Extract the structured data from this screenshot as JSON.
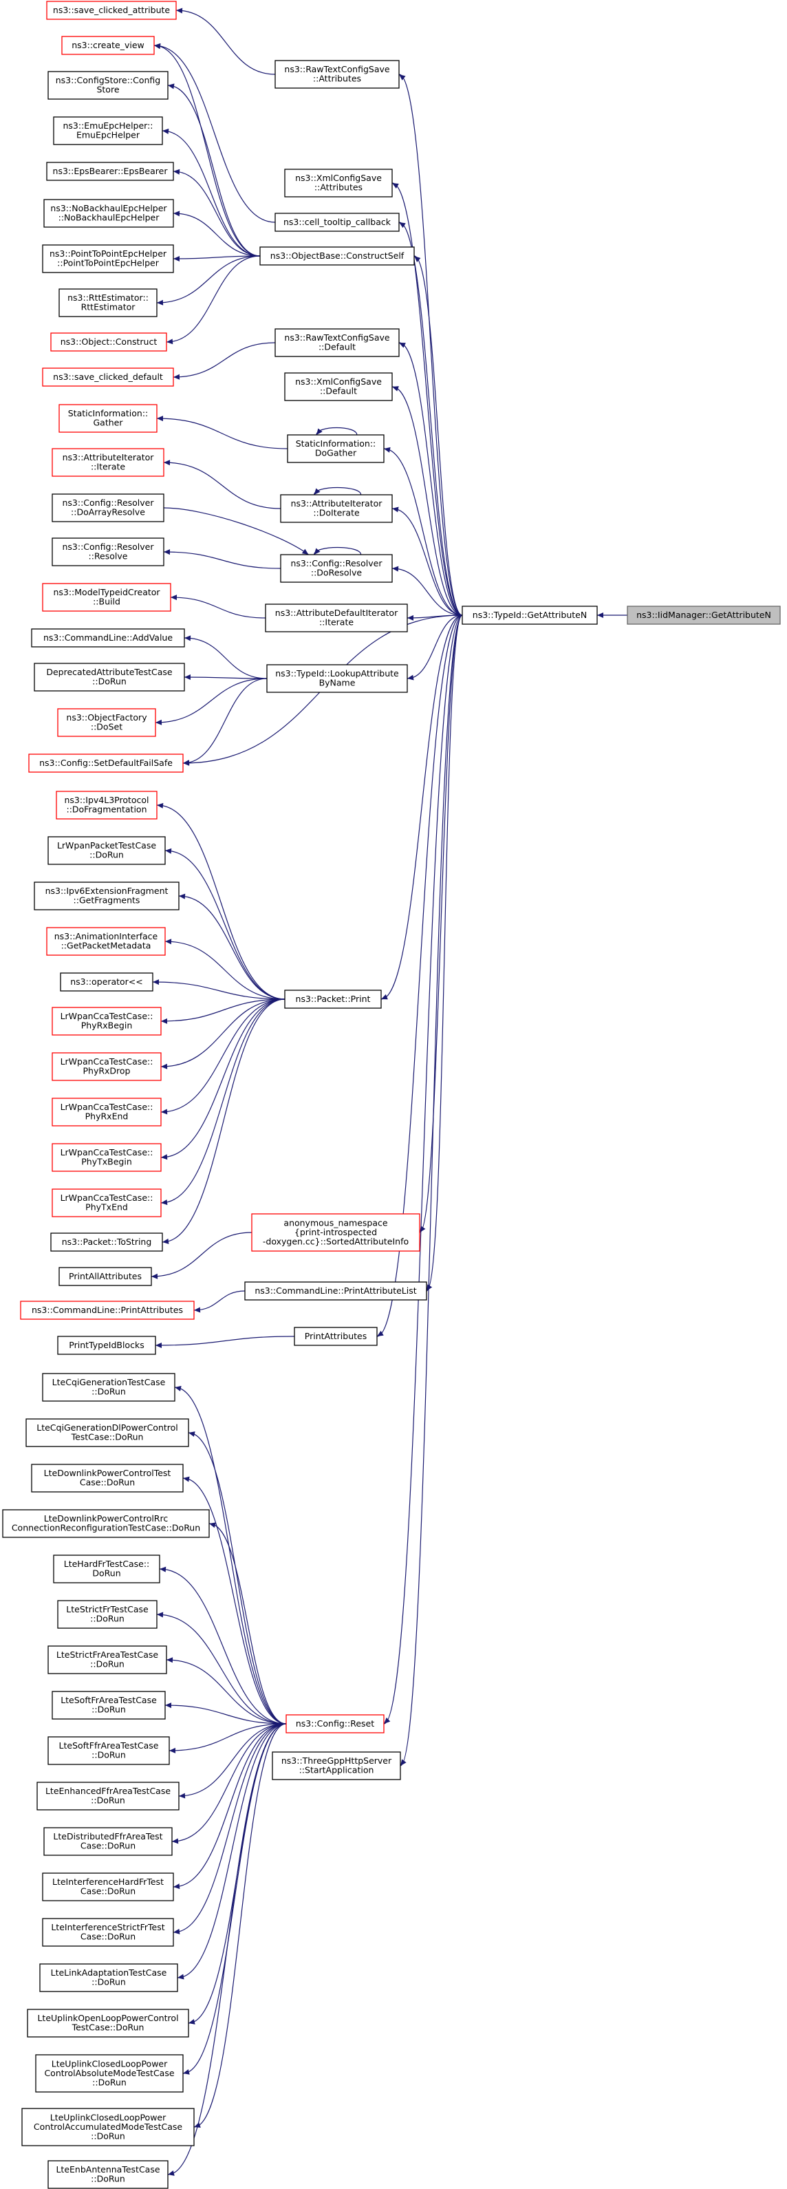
{
  "graph": {
    "nodes": [
      {
        "id": "gmgr",
        "lines": [
          "ns3::IidManager::GetAttributeN"
        ],
        "style": "selected"
      },
      {
        "id": "gattr",
        "lines": [
          "ns3::TypeId::GetAttributeN"
        ],
        "style": "normal"
      },
      {
        "id": "rtcs",
        "lines": [
          "ns3::RawTextConfigSave",
          "::Attributes"
        ],
        "style": "normal"
      },
      {
        "id": "xcs",
        "lines": [
          "ns3::XmlConfigSave",
          "::Attributes"
        ],
        "style": "normal"
      },
      {
        "id": "ctc",
        "lines": [
          "ns3::cell_tooltip_callback"
        ],
        "style": "normal"
      },
      {
        "id": "obc",
        "lines": [
          "ns3::ObjectBase::ConstructSelf"
        ],
        "style": "normal"
      },
      {
        "id": "rtcd",
        "lines": [
          "ns3::RawTextConfigSave",
          "::Default"
        ],
        "style": "normal"
      },
      {
        "id": "xcd",
        "lines": [
          "ns3::XmlConfigSave",
          "::Default"
        ],
        "style": "normal"
      },
      {
        "id": "sidg",
        "lines": [
          "StaticInformation::",
          "DoGather"
        ],
        "style": "normal"
      },
      {
        "id": "aidi",
        "lines": [
          "ns3::AttributeIterator",
          "::DoIterate"
        ],
        "style": "normal"
      },
      {
        "id": "crdr",
        "lines": [
          "ns3::Config::Resolver",
          "::DoResolve"
        ],
        "style": "normal"
      },
      {
        "id": "adi",
        "lines": [
          "ns3::AttributeDefaultIterator",
          "::Iterate"
        ],
        "style": "normal"
      },
      {
        "id": "tlab",
        "lines": [
          "ns3::TypeId::LookupAttribute",
          "ByName"
        ],
        "style": "normal"
      },
      {
        "id": "pprint",
        "lines": [
          "ns3::Packet::Print"
        ],
        "style": "normal"
      },
      {
        "id": "anon",
        "lines": [
          "anonymous_namespace",
          "{print-introspected",
          "-doxygen.cc}::SortedAttributeInfo"
        ],
        "style": "red"
      },
      {
        "id": "clpal",
        "lines": [
          "ns3::CommandLine::PrintAttributeList"
        ],
        "style": "normal"
      },
      {
        "id": "pattrs",
        "lines": [
          "PrintAttributes"
        ],
        "style": "normal"
      },
      {
        "id": "creset",
        "lines": [
          "ns3::Config::Reset"
        ],
        "style": "red"
      },
      {
        "id": "tghs",
        "lines": [
          "ns3::ThreeGppHttpServer",
          "::StartApplication"
        ],
        "style": "normal"
      },
      {
        "id": "sca",
        "lines": [
          "ns3::save_clicked_attribute"
        ],
        "style": "red"
      },
      {
        "id": "cv",
        "lines": [
          "ns3::create_view"
        ],
        "style": "red"
      },
      {
        "id": "csc",
        "lines": [
          "ns3::ConfigStore::Config",
          "Store"
        ],
        "style": "normal"
      },
      {
        "id": "eeh",
        "lines": [
          "ns3::EmuEpcHelper::",
          "EmuEpcHelper"
        ],
        "style": "normal"
      },
      {
        "id": "ebb",
        "lines": [
          "ns3::EpsBearer::EpsBearer"
        ],
        "style": "normal"
      },
      {
        "id": "nbh",
        "lines": [
          "ns3::NoBackhaulEpcHelper",
          "::NoBackhaulEpcHelper"
        ],
        "style": "normal"
      },
      {
        "id": "ptp",
        "lines": [
          "ns3::PointToPointEpcHelper",
          "::PointToPointEpcHelper"
        ],
        "style": "normal"
      },
      {
        "id": "rtt",
        "lines": [
          "ns3::RttEstimator::",
          "RttEstimator"
        ],
        "style": "normal"
      },
      {
        "id": "oc",
        "lines": [
          "ns3::Object::Construct"
        ],
        "style": "red"
      },
      {
        "id": "scd",
        "lines": [
          "ns3::save_clicked_default"
        ],
        "style": "red"
      },
      {
        "id": "sig",
        "lines": [
          "StaticInformation::",
          "Gather"
        ],
        "style": "red"
      },
      {
        "id": "ait",
        "lines": [
          "ns3::AttributeIterator",
          "::Iterate"
        ],
        "style": "red"
      },
      {
        "id": "crdar",
        "lines": [
          "ns3::Config::Resolver",
          "::DoArrayResolve"
        ],
        "style": "normal"
      },
      {
        "id": "crr",
        "lines": [
          "ns3::Config::Resolver",
          "::Resolve"
        ],
        "style": "normal"
      },
      {
        "id": "mtcb",
        "lines": [
          "ns3::ModelTypeidCreator",
          "::Build"
        ],
        "style": "red"
      },
      {
        "id": "clav",
        "lines": [
          "ns3::CommandLine::AddValue"
        ],
        "style": "normal"
      },
      {
        "id": "datc",
        "lines": [
          "DeprecatedAttributeTestCase",
          "::DoRun"
        ],
        "style": "normal"
      },
      {
        "id": "ofds",
        "lines": [
          "ns3::ObjectFactory",
          "::DoSet"
        ],
        "style": "red"
      },
      {
        "id": "csdf",
        "lines": [
          "ns3::Config::SetDefaultFailSafe"
        ],
        "style": "red"
      },
      {
        "id": "ipv4",
        "lines": [
          "ns3::Ipv4L3Protocol",
          "::DoFragmentation"
        ],
        "style": "red"
      },
      {
        "id": "lwpt",
        "lines": [
          "LrWpanPacketTestCase",
          "::DoRun"
        ],
        "style": "normal"
      },
      {
        "id": "ipv6",
        "lines": [
          "ns3::Ipv6ExtensionFragment",
          "::GetFragments"
        ],
        "style": "normal"
      },
      {
        "id": "aigpm",
        "lines": [
          "ns3::AnimationInterface",
          "::GetPacketMetadata"
        ],
        "style": "red"
      },
      {
        "id": "op",
        "lines": [
          "ns3::operator<<"
        ],
        "style": "normal"
      },
      {
        "id": "rxb",
        "lines": [
          "LrWpanCcaTestCase::",
          "PhyRxBegin"
        ],
        "style": "red"
      },
      {
        "id": "rxd",
        "lines": [
          "LrWpanCcaTestCase::",
          "PhyRxDrop"
        ],
        "style": "red"
      },
      {
        "id": "rxe",
        "lines": [
          "LrWpanCcaTestCase::",
          "PhyRxEnd"
        ],
        "style": "red"
      },
      {
        "id": "txb",
        "lines": [
          "LrWpanCcaTestCase::",
          "PhyTxBegin"
        ],
        "style": "red"
      },
      {
        "id": "txe",
        "lines": [
          "LrWpanCcaTestCase::",
          "PhyTxEnd"
        ],
        "style": "red"
      },
      {
        "id": "pts",
        "lines": [
          "ns3::Packet::ToString"
        ],
        "style": "normal"
      },
      {
        "id": "paa",
        "lines": [
          "PrintAllAttributes"
        ],
        "style": "normal"
      },
      {
        "id": "clpa",
        "lines": [
          "ns3::CommandLine::PrintAttributes"
        ],
        "style": "red"
      },
      {
        "id": "ptib",
        "lines": [
          "PrintTypeIdBlocks"
        ],
        "style": "normal"
      },
      {
        "id": "lte1",
        "lines": [
          "LteCqiGenerationTestCase",
          "::DoRun"
        ],
        "style": "normal"
      },
      {
        "id": "lte2",
        "lines": [
          "LteCqiGenerationDlPowerControl",
          "TestCase::DoRun"
        ],
        "style": "normal"
      },
      {
        "id": "lte3",
        "lines": [
          "LteDownlinkPowerControlTest",
          "Case::DoRun"
        ],
        "style": "normal"
      },
      {
        "id": "lte4",
        "lines": [
          "LteDownlinkPowerControlRrc",
          "ConnectionReconfigurationTestCase::DoRun"
        ],
        "style": "normal"
      },
      {
        "id": "lte5",
        "lines": [
          "LteHardFrTestCase::",
          "DoRun"
        ],
        "style": "normal"
      },
      {
        "id": "lte6",
        "lines": [
          "LteStrictFrTestCase",
          "::DoRun"
        ],
        "style": "normal"
      },
      {
        "id": "lte7",
        "lines": [
          "LteStrictFrAreaTestCase",
          "::DoRun"
        ],
        "style": "normal"
      },
      {
        "id": "lte8",
        "lines": [
          "LteSoftFrAreaTestCase",
          "::DoRun"
        ],
        "style": "normal"
      },
      {
        "id": "lte9",
        "lines": [
          "LteSoftFfrAreaTestCase",
          "::DoRun"
        ],
        "style": "normal"
      },
      {
        "id": "lte10",
        "lines": [
          "LteEnhancedFfrAreaTestCase",
          "::DoRun"
        ],
        "style": "normal"
      },
      {
        "id": "lte11",
        "lines": [
          "LteDistributedFfrAreaTest",
          "Case::DoRun"
        ],
        "style": "normal"
      },
      {
        "id": "lte12",
        "lines": [
          "LteInterferenceHardFrTest",
          "Case::DoRun"
        ],
        "style": "normal"
      },
      {
        "id": "lte13",
        "lines": [
          "LteInterferenceStrictFrTest",
          "Case::DoRun"
        ],
        "style": "normal"
      },
      {
        "id": "lte14",
        "lines": [
          "LteLinkAdaptationTestCase",
          "::DoRun"
        ],
        "style": "normal"
      },
      {
        "id": "lte15",
        "lines": [
          "LteUplinkOpenLoopPowerControl",
          "TestCase::DoRun"
        ],
        "style": "normal"
      },
      {
        "id": "lte16",
        "lines": [
          "LteUplinkClosedLoopPower",
          "ControlAbsoluteModeTestCase",
          "::DoRun"
        ],
        "style": "normal"
      },
      {
        "id": "lte17",
        "lines": [
          "LteUplinkClosedLoopPower",
          "ControlAccumulatedModeTestCase",
          "::DoRun"
        ],
        "style": "normal"
      },
      {
        "id": "lte18",
        "lines": [
          "LteEnbAntennaTestCase",
          "::DoRun"
        ],
        "style": "normal"
      }
    ],
    "edges": [
      [
        "gattr",
        "gmgr"
      ],
      [
        "rtcs",
        "gattr"
      ],
      [
        "xcs",
        "gattr"
      ],
      [
        "ctc",
        "gattr"
      ],
      [
        "obc",
        "gattr"
      ],
      [
        "rtcd",
        "gattr"
      ],
      [
        "xcd",
        "gattr"
      ],
      [
        "sidg",
        "gattr"
      ],
      [
        "aidi",
        "gattr"
      ],
      [
        "crdr",
        "gattr"
      ],
      [
        "adi",
        "gattr"
      ],
      [
        "tlab",
        "gattr"
      ],
      [
        "pprint",
        "gattr"
      ],
      [
        "anon",
        "gattr"
      ],
      [
        "clpal",
        "gattr"
      ],
      [
        "pattrs",
        "gattr"
      ],
      [
        "creset",
        "gattr"
      ],
      [
        "tghs",
        "gattr"
      ],
      [
        "csdf",
        "gattr"
      ],
      [
        "sca",
        "rtcs"
      ],
      [
        "cv",
        "ctc"
      ],
      [
        "csc",
        "obc"
      ],
      [
        "eeh",
        "obc"
      ],
      [
        "ebb",
        "obc"
      ],
      [
        "nbh",
        "obc"
      ],
      [
        "ptp",
        "obc"
      ],
      [
        "rtt",
        "obc"
      ],
      [
        "oc",
        "obc"
      ],
      [
        "cv",
        "obc"
      ],
      [
        "scd",
        "rtcd"
      ],
      [
        "sig",
        "sidg"
      ],
      [
        "sidg",
        "sidg"
      ],
      [
        "ait",
        "aidi"
      ],
      [
        "aidi",
        "aidi"
      ],
      [
        "crr",
        "crdr"
      ],
      [
        "crdr",
        "crdr"
      ],
      [
        "crdr",
        "crdar"
      ],
      [
        "mtcb",
        "adi"
      ],
      [
        "clav",
        "tlab"
      ],
      [
        "datc",
        "tlab"
      ],
      [
        "ofds",
        "tlab"
      ],
      [
        "csdf",
        "tlab"
      ],
      [
        "ipv4",
        "pprint"
      ],
      [
        "lwpt",
        "pprint"
      ],
      [
        "ipv6",
        "pprint"
      ],
      [
        "aigpm",
        "pprint"
      ],
      [
        "op",
        "pprint"
      ],
      [
        "rxb",
        "pprint"
      ],
      [
        "rxd",
        "pprint"
      ],
      [
        "rxe",
        "pprint"
      ],
      [
        "txb",
        "pprint"
      ],
      [
        "txe",
        "pprint"
      ],
      [
        "pts",
        "pprint"
      ],
      [
        "paa",
        "anon"
      ],
      [
        "clpa",
        "clpal"
      ],
      [
        "ptib",
        "pattrs"
      ],
      [
        "lte1",
        "creset"
      ],
      [
        "lte2",
        "creset"
      ],
      [
        "lte3",
        "creset"
      ],
      [
        "lte4",
        "creset"
      ],
      [
        "lte5",
        "creset"
      ],
      [
        "lte6",
        "creset"
      ],
      [
        "lte7",
        "creset"
      ],
      [
        "lte8",
        "creset"
      ],
      [
        "lte9",
        "creset"
      ],
      [
        "lte10",
        "creset"
      ],
      [
        "lte11",
        "creset"
      ],
      [
        "lte12",
        "creset"
      ],
      [
        "lte13",
        "creset"
      ],
      [
        "lte14",
        "creset"
      ],
      [
        "lte15",
        "creset"
      ],
      [
        "lte16",
        "creset"
      ],
      [
        "lte17",
        "creset"
      ],
      [
        "lte18",
        "creset"
      ]
    ]
  },
  "colors": {
    "edge": "#191970",
    "normal_border": "#000000",
    "red_border": "#ff0000",
    "selected_fill": "#bfbfbf",
    "selected_border": "#666666"
  }
}
